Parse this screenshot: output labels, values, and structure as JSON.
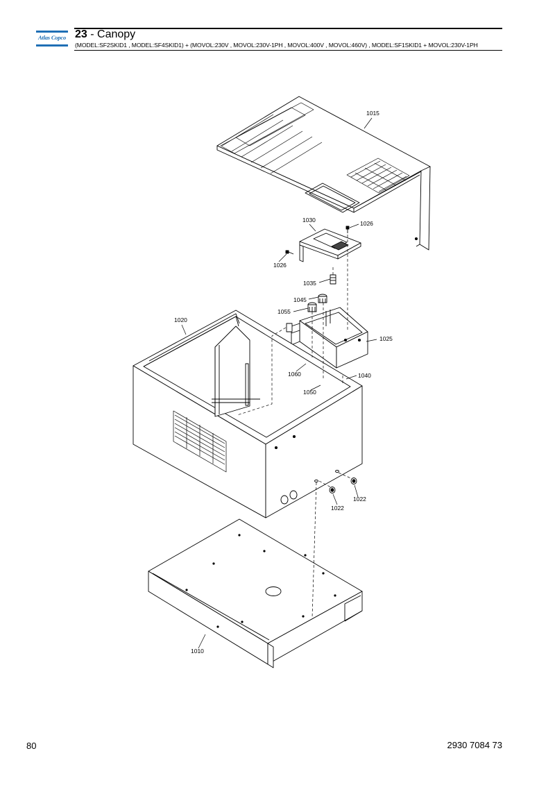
{
  "header": {
    "logo_text": "Atlas Copco",
    "section_number": "23",
    "section_separator": " - ",
    "section_title": "Canopy",
    "applicability": "(MODEL:SF2SKID1 , MODEL:SF4SKID1) + (MOVOL:230V , MOVOL:230V-1PH , MOVOL:400V , MOVOL:460V) , MODEL:SF1SKID1 + MOVOL:230V-1PH"
  },
  "callouts": {
    "c1015": "1015",
    "c1030": "1030",
    "c1026a": "1026",
    "c1026b": "1026",
    "c1035": "1035",
    "c1045": "1045",
    "c1055": "1055",
    "c1020": "1020",
    "c1025": "1025",
    "c1060": "1060",
    "c1040": "1040",
    "c1050": "1050",
    "c1022a": "1022",
    "c1022b": "1022",
    "c1010": "1010"
  },
  "footer": {
    "page_number": "80",
    "document_number": "2930 7084 73"
  }
}
